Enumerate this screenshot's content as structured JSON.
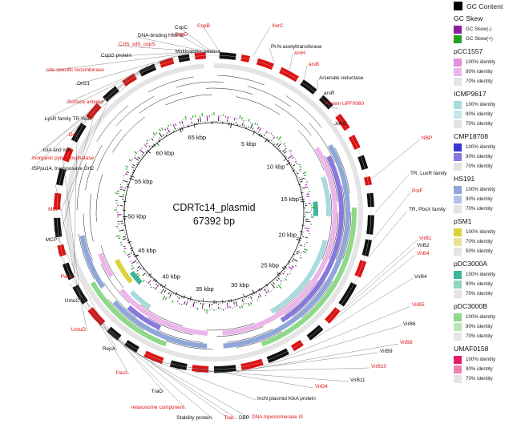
{
  "plasmid": {
    "name": "CDRTc14_plasmid",
    "length": "67392 bp",
    "total_bp": 67392
  },
  "kbp_ticks": [
    "5 kbp",
    "10 kbp",
    "15 kbp",
    "20 kbp",
    "25 kbp",
    "30 kbp",
    "35 kbp",
    "40 kbp",
    "45 kbp",
    "50 kbp",
    "55 kbp",
    "60 kbp",
    "65 kbp"
  ],
  "colors": {
    "gene_ring": "#111111",
    "highlight_ring": "#dd1111",
    "highlight_text": "#dd1111",
    "normal_text": "#111111",
    "gc_content": "#111111",
    "gc_skew_neg": "#8e1f9a",
    "gc_skew_pos": "#22a21f"
  },
  "gene_labels": [
    {
      "text": "Multicopper oxidase",
      "color": "#111111"
    },
    {
      "text": "XerC",
      "color": "#dd1111"
    },
    {
      "text": "Pt-N-acetyltransferase",
      "color": "#111111"
    },
    {
      "text": "AniH",
      "color": "#dd1111"
    },
    {
      "text": "arsB",
      "color": "#dd1111"
    },
    {
      "text": "Arsenate reductase",
      "color": "#111111"
    },
    {
      "text": "arsR",
      "color": "#111111"
    },
    {
      "text": "Protein UPF0060",
      "color": "#dd1111"
    },
    {
      "text": "XerC",
      "color": "#111111"
    },
    {
      "text": "NBP",
      "color": "#dd1111"
    },
    {
      "text": "TR, LuxR family",
      "color": "#111111"
    },
    {
      "text": "PotF",
      "color": "#dd1111"
    },
    {
      "text": "TR, PbsX family",
      "color": "#111111"
    },
    {
      "text": "VirB1",
      "color": "#dd1111"
    },
    {
      "text": "VirB2",
      "color": "#111111"
    },
    {
      "text": "VirB4",
      "color": "#dd1111"
    },
    {
      "text": "VirB4",
      "color": "#111111"
    },
    {
      "text": "VirB5",
      "color": "#dd1111"
    },
    {
      "text": "VirB6",
      "color": "#111111"
    },
    {
      "text": "VirB8",
      "color": "#dd1111"
    },
    {
      "text": "VirB9",
      "color": "#111111"
    },
    {
      "text": "VirB10",
      "color": "#dd1111"
    },
    {
      "text": "VirB11",
      "color": "#111111"
    },
    {
      "text": "VirD4",
      "color": "#dd1111"
    },
    {
      "text": "IncN plasmid KikA protein",
      "color": "#111111"
    },
    {
      "text": "DNA topoisomerase III",
      "color": "#dd1111"
    },
    {
      "text": "DBP",
      "color": "#111111"
    },
    {
      "text": "TraL",
      "color": "#dd1111"
    },
    {
      "text": "Stability protein",
      "color": "#111111"
    },
    {
      "text": "relaxosome component",
      "color": "#dd1111"
    },
    {
      "text": "TraO",
      "color": "#111111"
    },
    {
      "text": "ParA",
      "color": "#dd1111"
    },
    {
      "text": "RepA",
      "color": "#111111"
    },
    {
      "text": "UmuD",
      "color": "#dd1111"
    },
    {
      "text": "UmuC",
      "color": "#111111"
    },
    {
      "text": "ParA",
      "color": "#dd1111"
    },
    {
      "text": "MCP",
      "color": "#111111"
    },
    {
      "text": "MEP",
      "color": "#dd1111"
    },
    {
      "text": "ISPpu14, transposase Orf2",
      "color": "#111111"
    },
    {
      "text": "Inorganic pyrophosphatase",
      "color": "#dd1111"
    },
    {
      "text": "istA and istB",
      "color": "#111111"
    },
    {
      "text": "Dct",
      "color": "#dd1111"
    },
    {
      "text": "LysR family TR YeiE",
      "color": "#111111"
    },
    {
      "text": "Surface antigen",
      "color": "#dd1111"
    },
    {
      "text": "Orf21",
      "color": "#111111"
    },
    {
      "text": "site-specific recombinase",
      "color": "#dd1111"
    },
    {
      "text": "CopG protein",
      "color": "#111111"
    },
    {
      "text": "CzlS_silS_copS",
      "color": "#dd1111"
    },
    {
      "text": "DNA-binding HMRR",
      "color": "#111111"
    },
    {
      "text": "CopD",
      "color": "#dd1111"
    },
    {
      "text": "CopC",
      "color": "#111111"
    },
    {
      "text": "CopB",
      "color": "#dd1111"
    }
  ],
  "legend": {
    "top": [
      {
        "label": "GC Content",
        "color": "#000000"
      }
    ],
    "gc_skew": {
      "title": "GC Skew",
      "items": [
        {
          "label": "GC Skew(-)",
          "color": "#8e1f9a"
        },
        {
          "label": "GC Skew(+)",
          "color": "#22a21f"
        }
      ]
    },
    "groups": [
      {
        "title": "pCC1557",
        "items": [
          {
            "label": "100% identity",
            "color": "#e48fe0"
          },
          {
            "label": "90% identity",
            "color": "#edb6ea"
          },
          {
            "label": "70% identity",
            "color": "#e4e4e4"
          }
        ]
      },
      {
        "title": "ICMP9617",
        "items": [
          {
            "label": "100% identity",
            "color": "#a9dadd"
          },
          {
            "label": "90% identity",
            "color": "#c7e6e8"
          },
          {
            "label": "70% identity",
            "color": "#e4e4e4"
          }
        ]
      },
      {
        "title": "CMP18708",
        "items": [
          {
            "label": "100% identity",
            "color": "#3a35d0"
          },
          {
            "label": "90% identity",
            "color": "#8a77dd"
          },
          {
            "label": "70% identity",
            "color": "#e4e4e4"
          }
        ]
      },
      {
        "title": "HS191",
        "items": [
          {
            "label": "100% identity",
            "color": "#8fa6d9"
          },
          {
            "label": "90% identity",
            "color": "#b3c3e6"
          },
          {
            "label": "70% identity",
            "color": "#e4e4e4"
          }
        ]
      },
      {
        "title": "pSM1",
        "items": [
          {
            "label": "100% identity",
            "color": "#dcd33a"
          },
          {
            "label": "70% identity",
            "color": "#e9e39a"
          },
          {
            "label": "50% identity",
            "color": "#e4e4e4"
          }
        ]
      },
      {
        "title": "pDC3000A",
        "items": [
          {
            "label": "100% identity",
            "color": "#3fb49a"
          },
          {
            "label": "90% identity",
            "color": "#92d3c2"
          },
          {
            "label": "70% identity",
            "color": "#e4e4e4"
          }
        ]
      },
      {
        "title": "pDC3000B",
        "items": [
          {
            "label": "100% identity",
            "color": "#8fd88a"
          },
          {
            "label": "90% identity",
            "color": "#b9e6b5"
          },
          {
            "label": "70% identity",
            "color": "#e4e4e4"
          }
        ]
      },
      {
        "title": "UMAF0158",
        "items": [
          {
            "label": "100% identity",
            "color": "#e31d6a"
          },
          {
            "label": "90% identity",
            "color": "#ec82b0"
          },
          {
            "label": "70% identity",
            "color": "#e4e4e4"
          }
        ]
      }
    ]
  }
}
